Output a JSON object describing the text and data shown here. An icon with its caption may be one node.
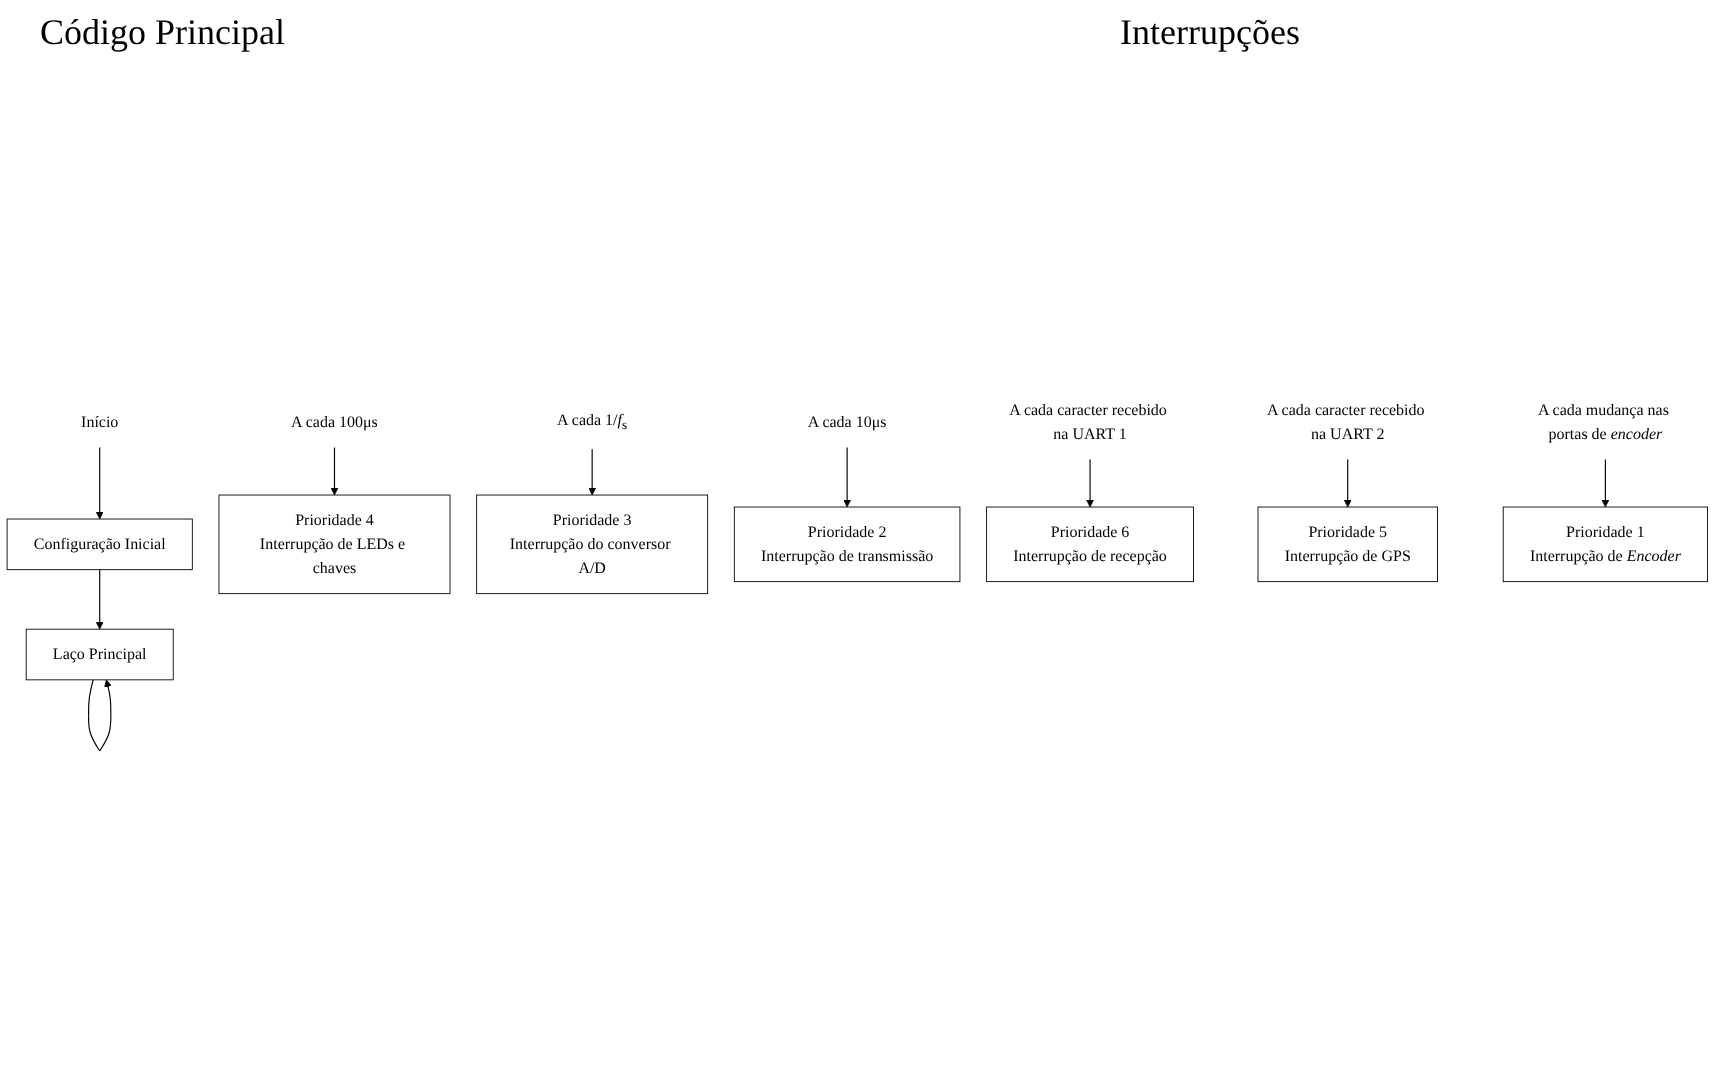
{
  "diagram": {
    "nodes": [
      {
        "text": [
          "Início"
        ]
      },
      {
        "text": [
          "Configuração Inicial"
        ]
      },
      {
        "text": [
          "Laço Principal"
        ]
      },
      {
        "text": [
          "A cada 100μs"
        ]
      },
      {
        "text": [
          "Prioridade 4",
          "Interrupção de LEDs e chaves"
        ]
      },
      {
        "text": [
          "A cada 1/*f*$_{s}$"
        ]
      },
      {
        "text": [
          "Prioridade 3",
          "Interrupção do conversor A/D"
        ]
      },
      {
        "text": [
          "A cada 10μs"
        ]
      },
      {
        "text": [
          "Prioridade 2",
          "Interrupção de transmissão"
        ]
      },
      {
        "text": [
          "A cada caracter recebido na UART 1"
        ]
      },
      {
        "text": [
          "Prioridade 6",
          "Interrupção de recepção"
        ]
      },
      {
        "text": [
          "A cada caracter recebido na UART 2"
        ]
      },
      {
        "text": [
          "Prioridade 5",
          "Interrupção de GPS"
        ]
      },
      {
        "text": [
          "A cada mudança nas portas de *encoder*"
        ]
      },
      {
        "text": [
          "Prioridade 1",
          "Interrupção de *Encoder*"
        ]
      }
    ],
    "edges": [
      {
        "from": 0,
        "to": 1,
        "arrow": "to"
      },
      {
        "from": 1,
        "to": 2,
        "arrow": "to"
      },
      {
        "from": 2,
        "to": 2,
        "arrow": "to"
      },
      {
        "from": 3,
        "to": 4,
        "arrow": "to"
      },
      {
        "from": 5,
        "to": 6,
        "arrow": "to"
      },
      {
        "from": 7,
        "to": 8,
        "arrow": "to"
      },
      {
        "from": 9,
        "to": 10,
        "arrow": "to"
      },
      {
        "from": 11,
        "to": 12,
        "arrow": "to"
      },
      {
        "from": 13,
        "to": 14,
        "arrow": "to"
      }
    ],
    "labels": [
      "Interrupções",
      "Código Principal"
    ]
  }
}
